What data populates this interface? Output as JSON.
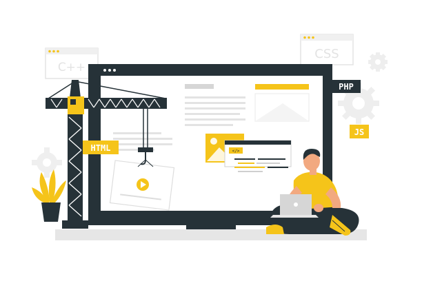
{
  "labels": {
    "cpp": "C++",
    "css": "CSS",
    "php": "PHP",
    "html": "HTML",
    "js": "JS"
  },
  "code_snippet": "</>",
  "colors": {
    "accent": "#f5c41a",
    "dark": "#263238",
    "outline_gray": "#e0e0e0",
    "light_gray": "#f3f3f3",
    "mid_gray": "#d6d6d6",
    "skin": "#f2a980",
    "hair": "#263238",
    "white": "#ffffff"
  },
  "icons": [
    "crane-icon",
    "gear-icon",
    "play-icon",
    "plant-icon",
    "laptop-icon",
    "person-icon"
  ]
}
